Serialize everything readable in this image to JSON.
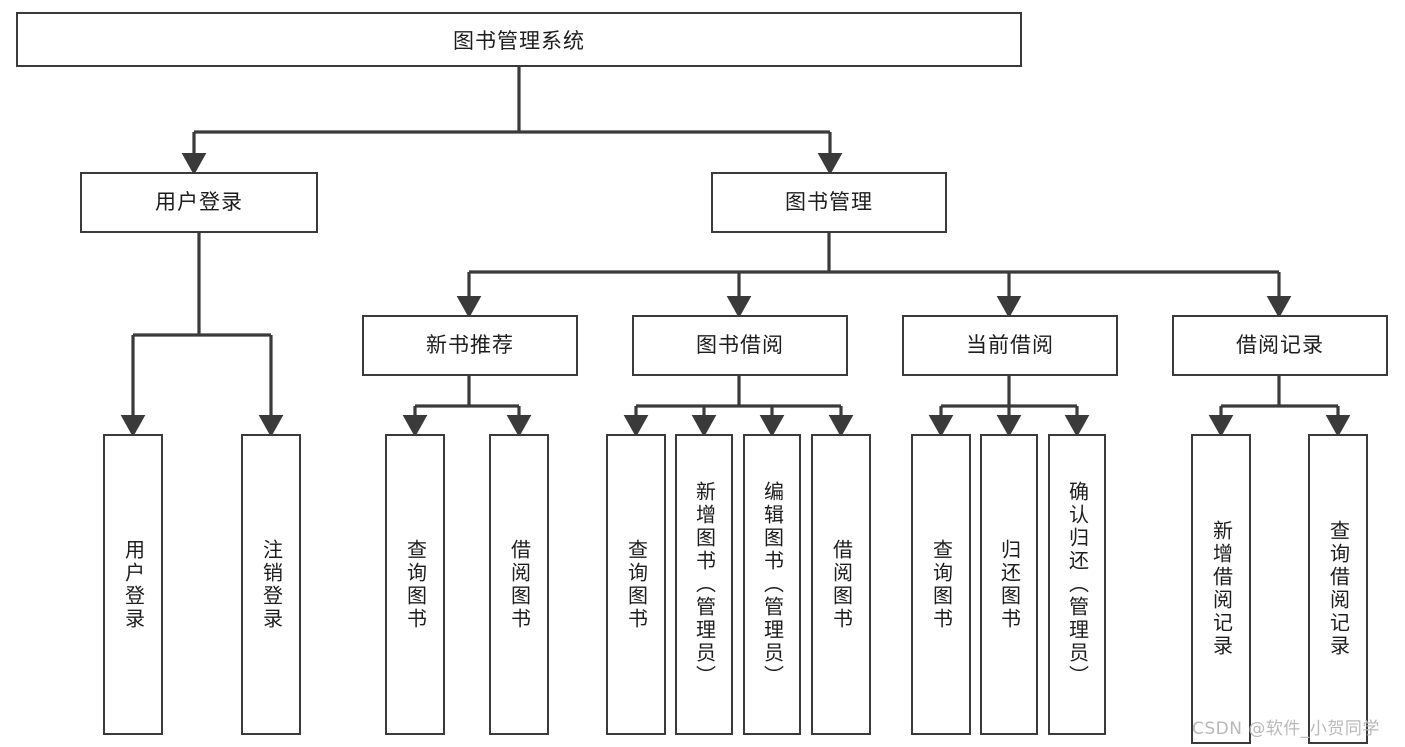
{
  "diagram": {
    "title": "图书管理系统",
    "watermark": "CSDN @软件_小贺同学",
    "colors": {
      "stroke": "#3a3a3a",
      "fill": "#ffffff",
      "text": "#1d1d1d",
      "watermark": "#b9b9b9",
      "background": "#ffffff"
    },
    "root": {
      "label": "图书管理系统"
    },
    "level2": [
      {
        "label": "用户登录"
      },
      {
        "label": "图书管理"
      }
    ],
    "level3": [
      {
        "label": "新书推荐"
      },
      {
        "label": "图书借阅"
      },
      {
        "label": "当前借阅"
      },
      {
        "label": "借阅记录"
      }
    ],
    "leaves": {
      "user_login": [
        {
          "label": "用户登录"
        },
        {
          "label": "注销登录"
        }
      ],
      "new_book_recommend": [
        {
          "label": "查询图书"
        },
        {
          "label": "借阅图书"
        }
      ],
      "book_borrow": [
        {
          "label": "查询图书"
        },
        {
          "label": "新增图书（管理员）"
        },
        {
          "label": "编辑图书（管理员）"
        },
        {
          "label": "借阅图书"
        }
      ],
      "current_borrow": [
        {
          "label": "查询图书"
        },
        {
          "label": "归还图书"
        },
        {
          "label": "确认归还（管理员）"
        }
      ],
      "borrow_records": [
        {
          "label": "新增借阅记录"
        },
        {
          "label": "查询借阅记录"
        }
      ]
    }
  }
}
